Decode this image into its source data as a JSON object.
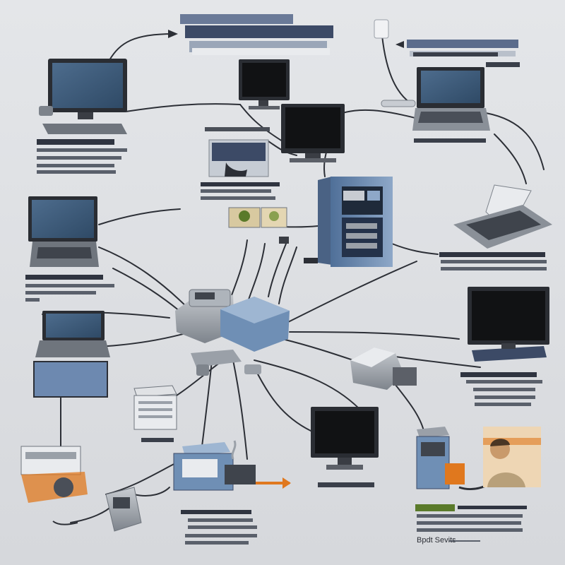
{
  "diagram": {
    "colors": {
      "background": "#dfe1e4",
      "cable": "#2c2f36",
      "screen_blue": "#3d5a78",
      "screen_dark": "#111214",
      "device_gray": "#9aa0a8",
      "device_blue": "#6f8fb5",
      "accent_orange": "#e0781e",
      "accent_green": "#5a7a2a",
      "banner": "#3c4a66"
    },
    "nodes": [
      {
        "id": "desktop-top-left",
        "icon": "desktop-computer-icon"
      },
      {
        "id": "monitor-top-center",
        "icon": "monitor-icon"
      },
      {
        "id": "monitor-center",
        "icon": "monitor-icon"
      },
      {
        "id": "keyboard-panel-center",
        "icon": "keyboard-icon"
      },
      {
        "id": "laptop-top-right",
        "icon": "laptop-icon"
      },
      {
        "id": "server-tower",
        "icon": "server-icon"
      },
      {
        "id": "desktop-left",
        "icon": "desktop-computer-icon"
      },
      {
        "id": "laptop-left",
        "icon": "laptop-icon"
      },
      {
        "id": "router-hub",
        "icon": "router-icon"
      },
      {
        "id": "monitor-right",
        "icon": "monitor-icon"
      },
      {
        "id": "laptop-open-right",
        "icon": "laptop-icon"
      },
      {
        "id": "printer-right",
        "icon": "printer-icon"
      },
      {
        "id": "file-box",
        "icon": "storage-box-icon"
      },
      {
        "id": "monitor-bottom",
        "icon": "monitor-icon"
      },
      {
        "id": "base-station",
        "icon": "network-switch-icon"
      },
      {
        "id": "scanner-bottom-left",
        "icon": "scanner-icon"
      },
      {
        "id": "handheld-device",
        "icon": "handheld-device-icon"
      },
      {
        "id": "ups-box",
        "icon": "power-supply-icon"
      },
      {
        "id": "user-portrait",
        "icon": "user-icon"
      }
    ],
    "labels": {
      "bottom_right_caption": "Bpdt Sevits"
    }
  }
}
